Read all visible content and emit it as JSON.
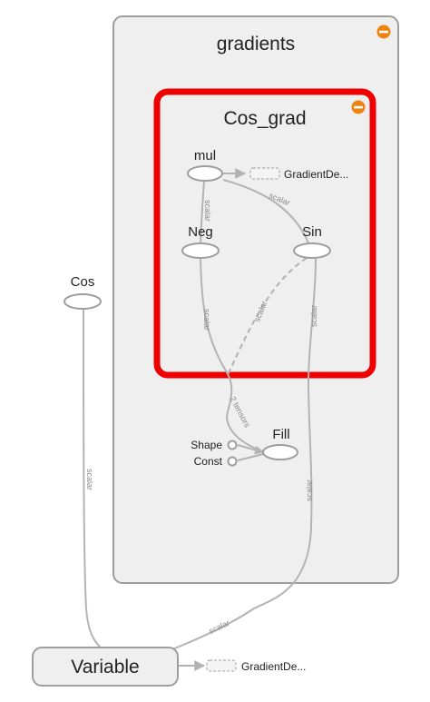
{
  "graph": {
    "outer_group": {
      "label": "gradients",
      "collapse_icon": "minus-circle-icon"
    },
    "inner_group": {
      "label": "Cos_grad",
      "collapse_icon": "minus-circle-icon",
      "highlight_color": "#ee0000"
    },
    "nodes": {
      "mul": "mul",
      "neg": "Neg",
      "sin": "Sin",
      "cos": "Cos",
      "fill": "Fill",
      "shape": "Shape",
      "const": "Const",
      "variable": "Variable",
      "grad_desc_1": "GradientDe...",
      "grad_desc_2": "GradientDe..."
    },
    "edge_labels": {
      "mul_neg": "scalar",
      "mul_sin": "scalar",
      "neg_fill": "scalar",
      "sin_fill": "scalar",
      "fill_in": "2 tensors",
      "fill_out": "scalar",
      "cos_variable": "scalar",
      "variable_out": "scalar"
    },
    "colors": {
      "group_fill": "#efefef",
      "group_stroke": "#9e9e9e",
      "edge": "#b3b3b3",
      "collapse_icon": "#f0820f"
    }
  }
}
